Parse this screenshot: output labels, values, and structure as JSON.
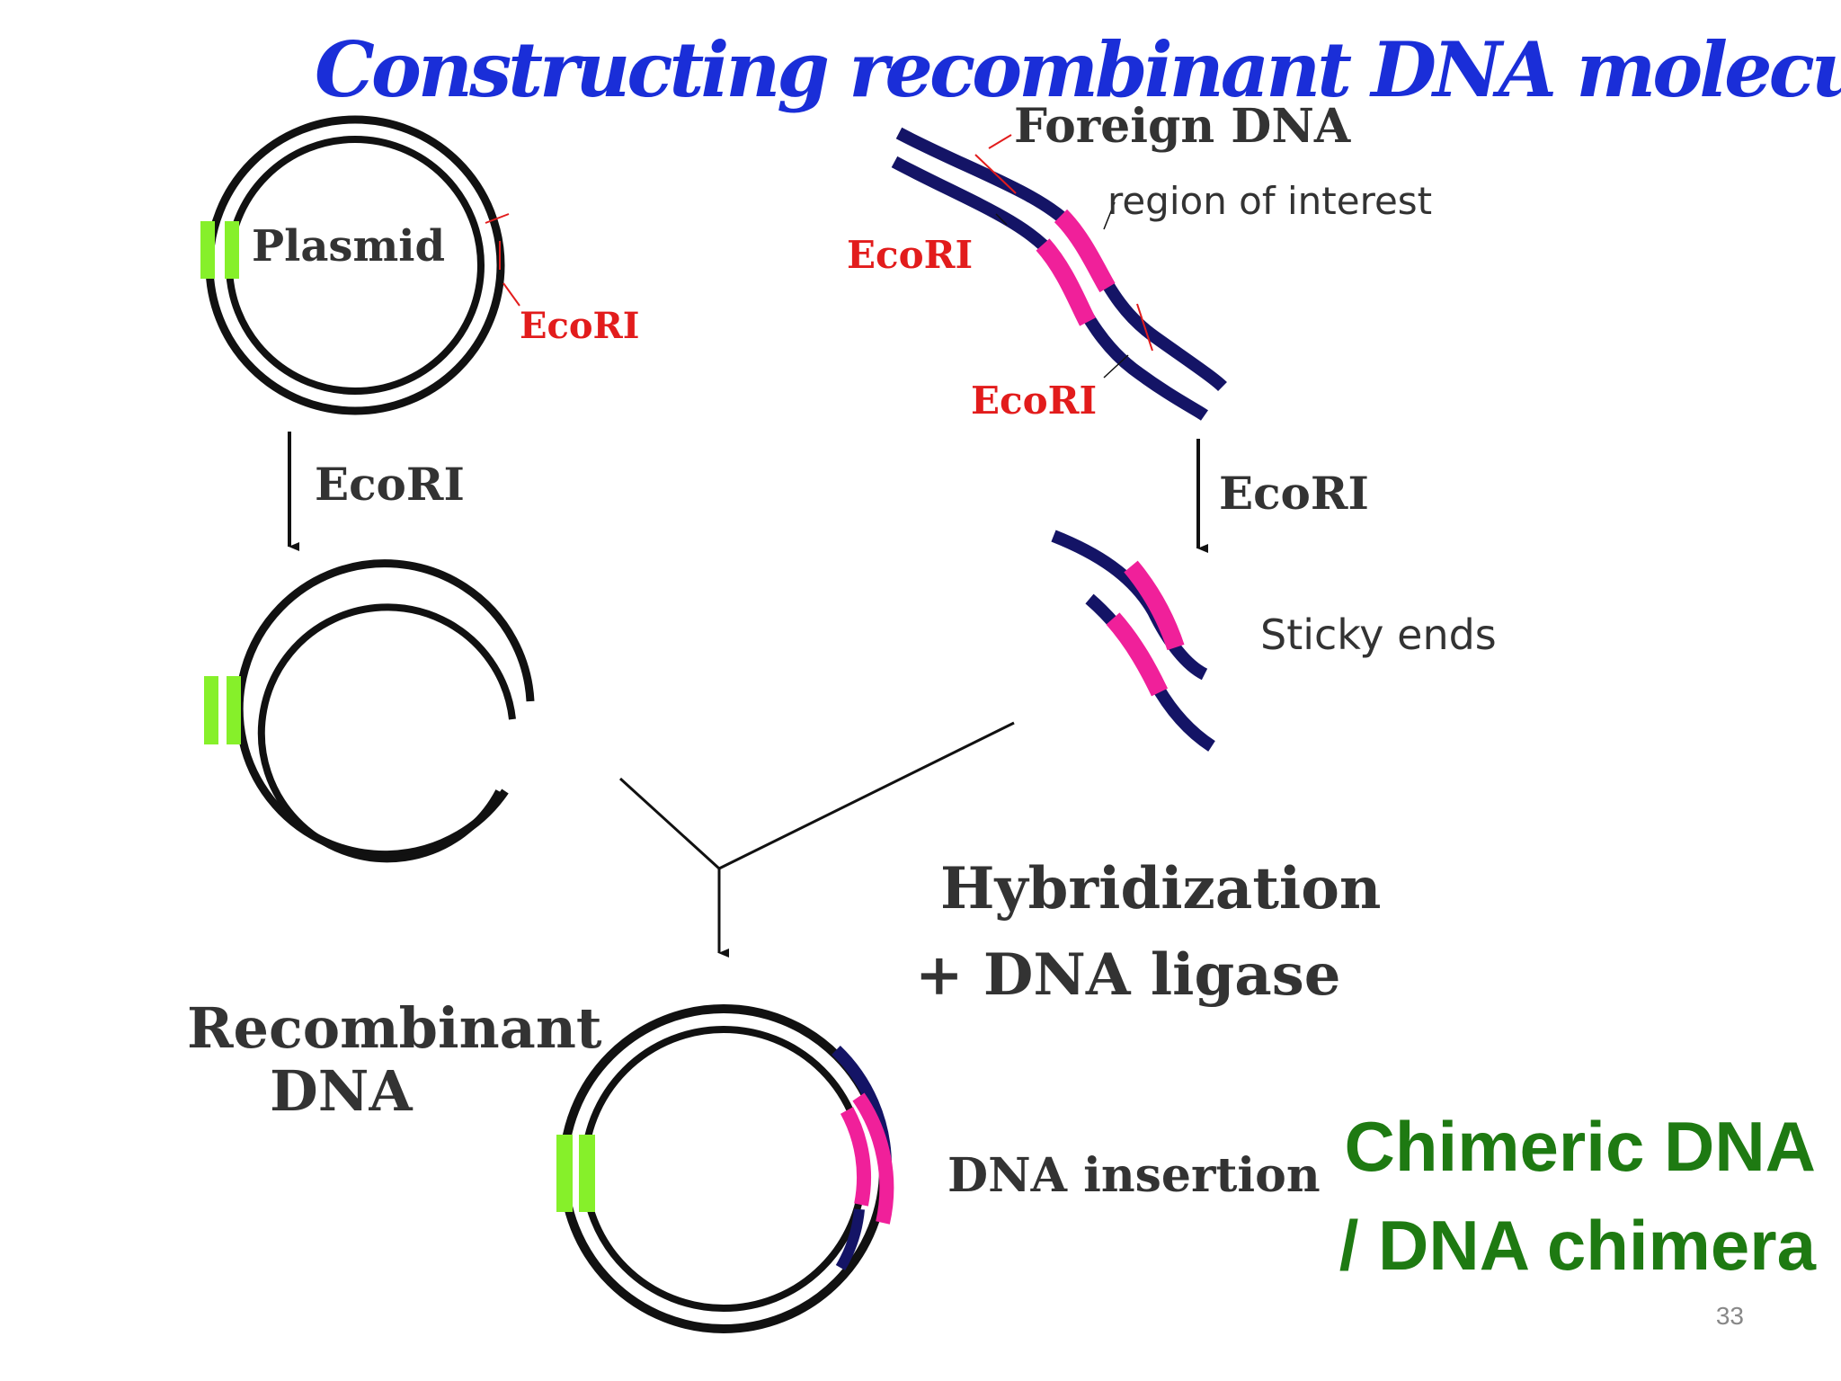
{
  "title": "Constructing recombinant DNA molecule",
  "colors": {
    "title": "#1a2ed8",
    "chimeric": "#1e7a12",
    "strand": "#111111",
    "dna": "#141466",
    "insert": "#f0209a",
    "marker": "#86f02a",
    "site": "#e21c1c"
  },
  "labels": {
    "plasmid": "Plasmid",
    "ecori_plasmid": "EcoRI",
    "foreign_dna": "Foreign DNA",
    "region_of_interest": "region of interest",
    "ecori_foreign_top": "EcoRI",
    "ecori_foreign_bottom": "EcoRI",
    "arrow_left_enzyme": "EcoRI",
    "arrow_right_enzyme": "EcoRI",
    "sticky_ends": "Sticky ends",
    "hybridization": "Hybridization",
    "ligase": "+ DNA ligase",
    "recombinant_line1": "Recombinant",
    "recombinant_line2": "DNA",
    "dna_insertion": "DNA insertion"
  },
  "chimeric": {
    "line1": "Chimeric DNA",
    "line2": "/ DNA chimera"
  },
  "page_number": "33"
}
